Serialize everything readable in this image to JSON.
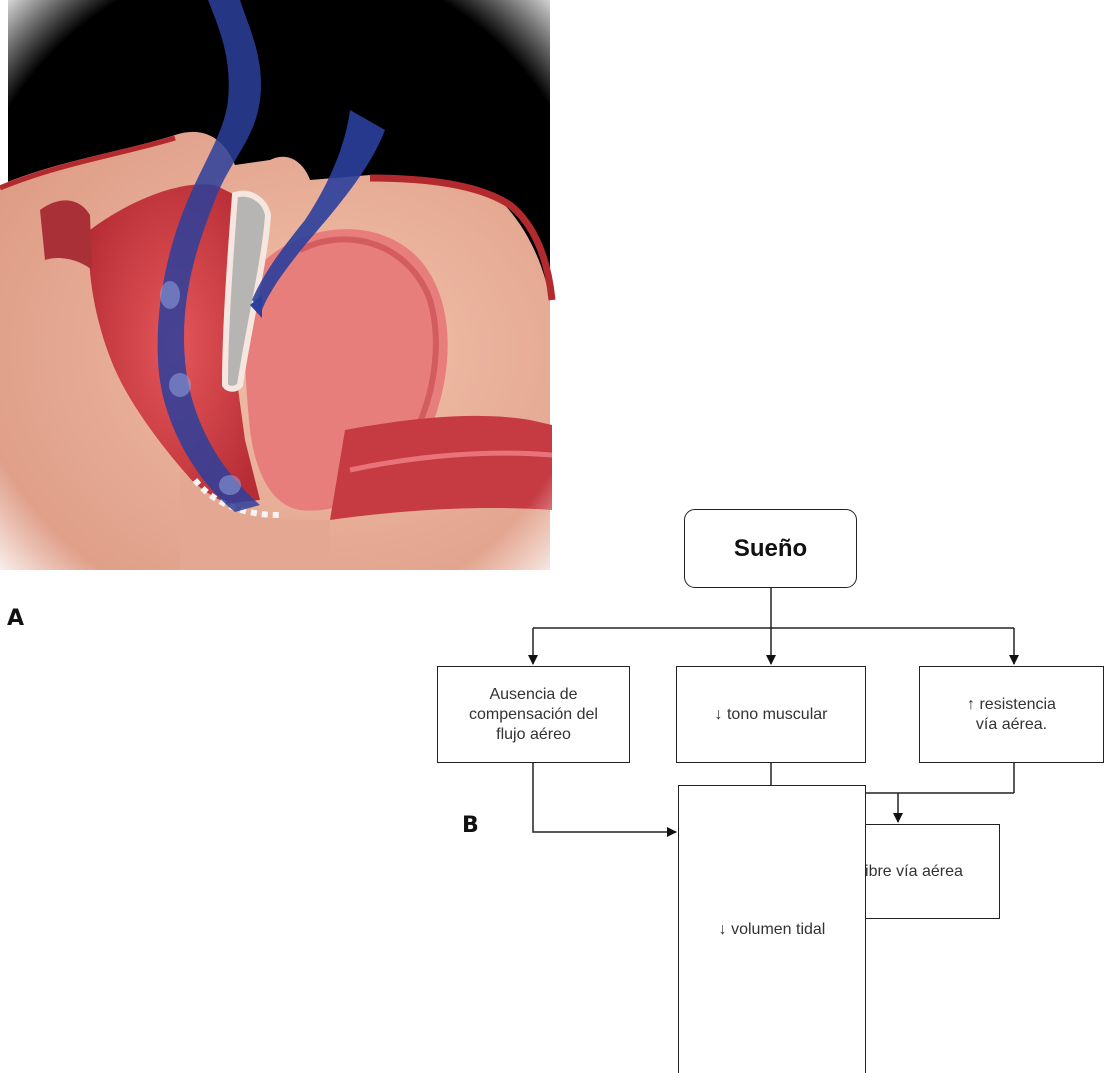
{
  "panels": {
    "a": "A",
    "b": "B"
  },
  "flowchart": {
    "root": "Sueño",
    "nodes": {
      "ausencia": "Ausencia de\ncompensación del\nflujo aéreo",
      "tono": "↓ tono muscular",
      "resistencia": "↑ resistencia\nvía aérea.",
      "calibre": "↓ calibre vía aérea",
      "volumen": "↓ volumen tidal"
    }
  },
  "colors": {
    "background": "#000000",
    "airflow": "#2b3f9c",
    "tissue": "#e8a58f",
    "airway_wall": "#c9363e"
  }
}
